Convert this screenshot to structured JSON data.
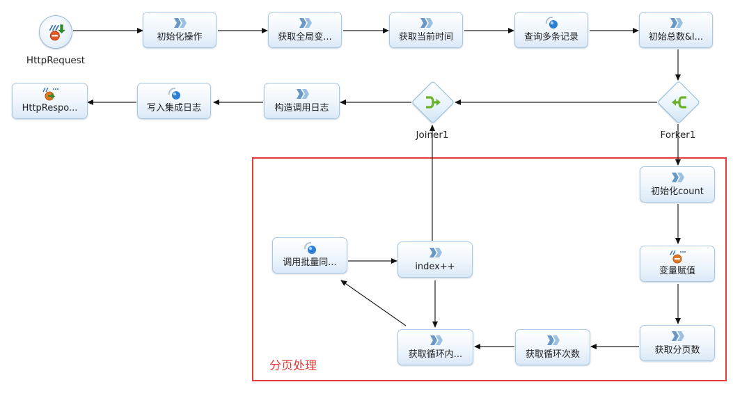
{
  "start": {
    "label": "HttpRequest",
    "icon": "http-request-icon"
  },
  "nodes": {
    "init_op": {
      "label": "初始化操作",
      "icon": "transform-icon"
    },
    "get_global_var": {
      "label": "获取全局变...",
      "icon": "transform-icon"
    },
    "get_current_time": {
      "label": "获取当前时间",
      "icon": "transform-icon"
    },
    "query_records": {
      "label": "查询多条记录",
      "icon": "web-service-icon"
    },
    "init_total": {
      "label": "初始总数&l...",
      "icon": "transform-icon"
    },
    "build_call_log": {
      "label": "构造调用日志",
      "icon": "transform-icon"
    },
    "write_log": {
      "label": "写入集成日志",
      "icon": "web-service-icon"
    },
    "http_response": {
      "label": "HttpRespo...",
      "icon": "http-response-icon"
    },
    "init_count": {
      "label": "初始化count",
      "icon": "transform-icon"
    },
    "assign_var": {
      "label": "变量赋值",
      "icon": "assign-icon"
    },
    "get_page_count": {
      "label": "获取分页数",
      "icon": "transform-icon"
    },
    "get_loop_count": {
      "label": "获取循环次数",
      "icon": "transform-icon"
    },
    "get_loop_inner": {
      "label": "获取循环内...",
      "icon": "transform-icon"
    },
    "call_batch": {
      "label": "调用批量同...",
      "icon": "web-service-icon"
    },
    "index_inc": {
      "label": "index++",
      "icon": "transform-icon"
    }
  },
  "gates": {
    "joiner": {
      "label": "Joiner1",
      "icon": "joiner-icon"
    },
    "forker": {
      "label": "Forker1",
      "icon": "forker-icon"
    }
  },
  "region": {
    "label": "分页处理",
    "color": "#e53a3a"
  }
}
